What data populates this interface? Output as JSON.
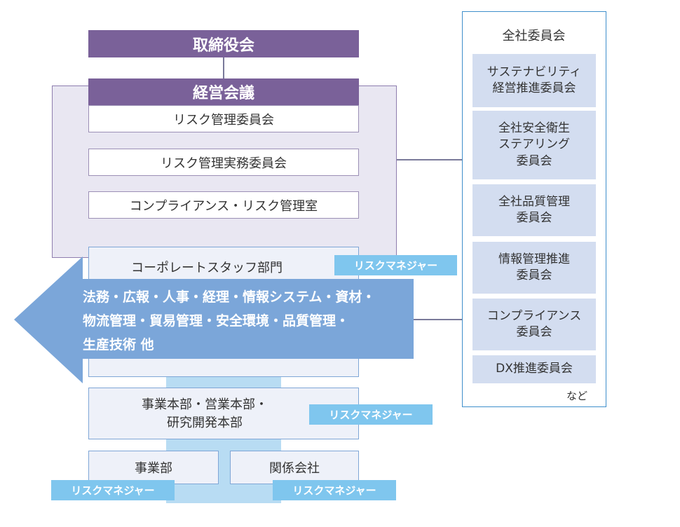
{
  "org": {
    "board": "取締役会",
    "management": "経営会議",
    "risk_committee": "リスク管理委員会",
    "risk_practice_committee": "リスク管理実務委員会",
    "compliance_office": "コンプライアンス・リスク管理室",
    "corporate_staff": "コーポレートスタッフ部門",
    "corporate_functions": [
      "法務・広報・人事・経理・情報システム・資材・",
      "物流管理・貿易管理・安全環境・品質管理・",
      "生産技術 他"
    ],
    "business_hq": [
      "事業本部・営業本部・",
      "研究開発本部"
    ],
    "division": "事業部",
    "affiliates": "関係会社",
    "risk_manager": "リスクマネジャー"
  },
  "companywide": {
    "title": "全社委員会",
    "committees": [
      [
        "サステナビリティ",
        "経営推進委員会"
      ],
      [
        "全社安全衛生",
        "ステアリング",
        "委員会"
      ],
      [
        "全社品質管理",
        "委員会"
      ],
      [
        "情報管理推進",
        "委員会"
      ],
      [
        "コンプライアンス",
        "委員会"
      ],
      [
        "DX推進委員会"
      ]
    ],
    "etc": "など"
  },
  "colors": {
    "purple": "#7a6199",
    "lavender": "#e9e7f2",
    "arrow_blue": "#7ba6d9",
    "light_blue_arrow": "#b8dcf3",
    "tag_blue": "#7fc6ee",
    "panel_border": "#3f8fcb",
    "committee_fill": "#d3ddf0"
  }
}
